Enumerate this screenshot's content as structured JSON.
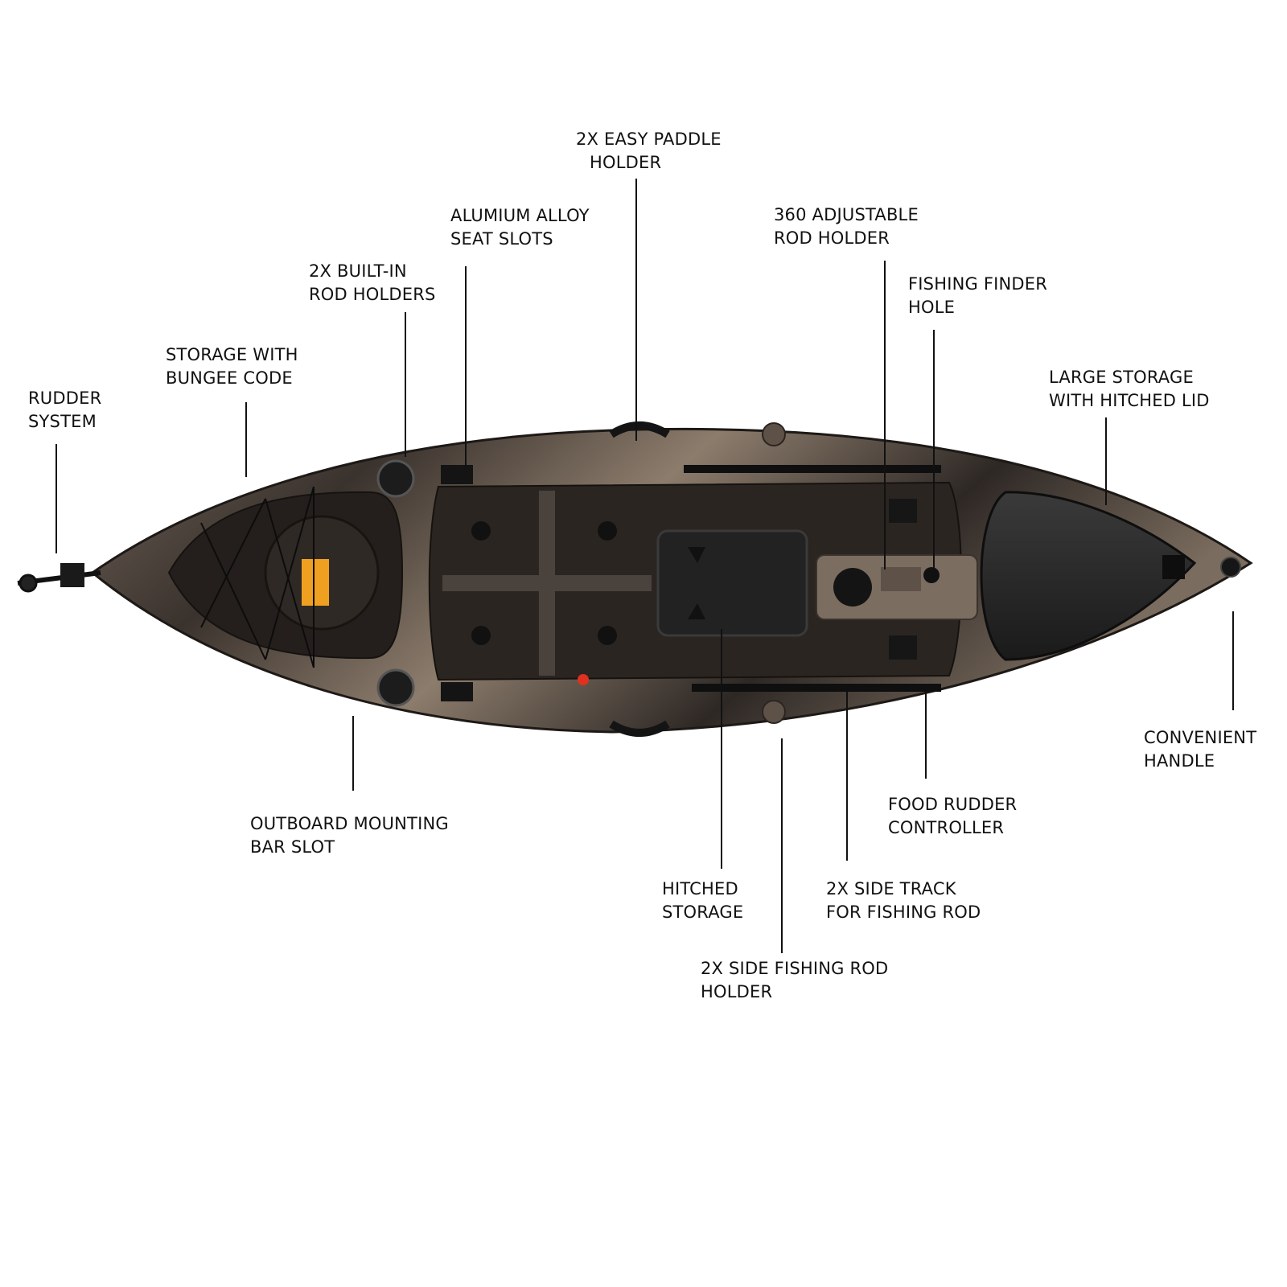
{
  "colors": {
    "background": "#ffffff",
    "text": "#111111",
    "leader_line": "#111111",
    "hull_dark": "#2a2522",
    "hull_tan": "#8a7a6a",
    "deck_black": "#1c1c1c",
    "accent_orange": "#f0a020",
    "accent_red": "#e03020"
  },
  "callouts": {
    "easy_paddle_holder": {
      "line1": "2X EASY PADDLE",
      "line2": "HOLDER"
    },
    "seat_slots": {
      "line1": "ALUMIUM ALLOY",
      "line2": "SEAT SLOTS"
    },
    "built_in_rod_holders": {
      "line1": "2X BUILT-IN",
      "line2": "ROD HOLDERS"
    },
    "storage_bungee": {
      "line1": "STORAGE WITH",
      "line2": "BUNGEE CODE"
    },
    "rudder_system": {
      "line1": "RUDDER",
      "line2": "SYSTEM"
    },
    "adjustable_rod_holder": {
      "line1": "360 ADJUSTABLE",
      "line2": "ROD HOLDER"
    },
    "fishing_finder_hole": {
      "line1": "FISHING FINDER",
      "line2": "HOLE"
    },
    "large_storage": {
      "line1": "LARGE STORAGE",
      "line2": "WITH HITCHED LID"
    },
    "convenient_handle": {
      "line1": "CONVENIENT",
      "line2": "HANDLE"
    },
    "food_rudder_controller": {
      "line1": "FOOD RUDDER",
      "line2": "CONTROLLER"
    },
    "side_track": {
      "line1": "2X SIDE TRACK",
      "line2": "FOR FISHING ROD"
    },
    "hitched_storage": {
      "line1": "HITCHED",
      "line2": "STORAGE"
    },
    "side_fishing_rod_holder": {
      "line1": "2X SIDE FISHING ROD",
      "line2": "HOLDER"
    },
    "outboard_mounting": {
      "line1": "OUTBOARD MOUNTING",
      "line2": "BAR SLOT"
    }
  }
}
